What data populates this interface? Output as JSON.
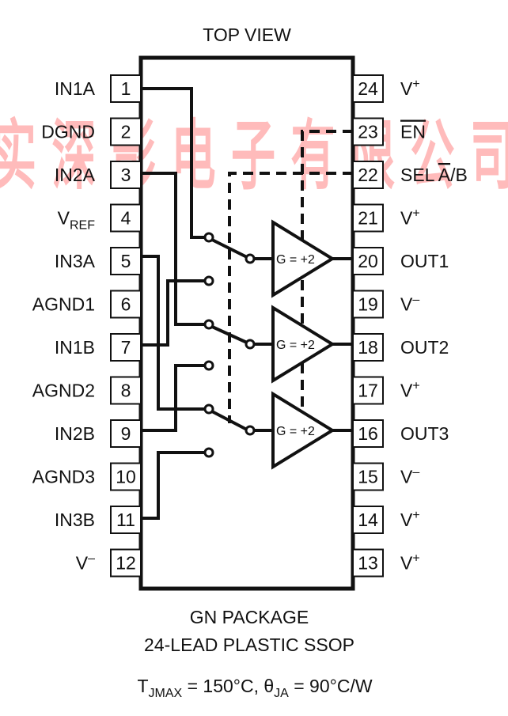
{
  "title": "TOP VIEW",
  "package": {
    "line1": "GN PACKAGE",
    "line2": "24-LEAD PLASTIC SSOP"
  },
  "thermal": {
    "tj_label": "T",
    "tj_sub": "JMAX",
    "tj_value": " = 150°C, ",
    "theta_label": "θ",
    "theta_sub": "JA",
    "theta_value": " = 90°C/W"
  },
  "left_pins": [
    {
      "num": "1",
      "name": "IN1A"
    },
    {
      "num": "2",
      "name": "DGND"
    },
    {
      "num": "3",
      "name": "IN2A"
    },
    {
      "num": "4",
      "name": "V",
      "sub": "REF"
    },
    {
      "num": "5",
      "name": "IN3A"
    },
    {
      "num": "6",
      "name": "AGND1"
    },
    {
      "num": "7",
      "name": "IN1B"
    },
    {
      "num": "8",
      "name": "AGND2"
    },
    {
      "num": "9",
      "name": "IN2B"
    },
    {
      "num": "10",
      "name": "AGND3"
    },
    {
      "num": "11",
      "name": "IN3B"
    },
    {
      "num": "12",
      "name": "V",
      "sup": "–"
    }
  ],
  "right_pins": [
    {
      "num": "24",
      "name": "V",
      "sup": "+"
    },
    {
      "num": "23",
      "name": "EN",
      "overline": "EN"
    },
    {
      "num": "22",
      "name": "SEL ",
      "overline": "A",
      "after": "/B"
    },
    {
      "num": "21",
      "name": "V",
      "sup": "+"
    },
    {
      "num": "20",
      "name": "OUT1"
    },
    {
      "num": "19",
      "name": "V",
      "sup": "–"
    },
    {
      "num": "18",
      "name": "OUT2"
    },
    {
      "num": "17",
      "name": "V",
      "sup": "+"
    },
    {
      "num": "16",
      "name": "OUT3"
    },
    {
      "num": "15",
      "name": "V",
      "sup": "–"
    },
    {
      "num": "14",
      "name": "V",
      "sup": "+"
    },
    {
      "num": "13",
      "name": "V",
      "sup": "+"
    }
  ],
  "amplifiers": [
    {
      "gain": "G = +2"
    },
    {
      "gain": "G = +2"
    },
    {
      "gain": "G = +2"
    }
  ],
  "watermark": "实 深 影 电 子 有 限 公 司",
  "colors": {
    "line": "#111111",
    "watermark": "#ff6a6a",
    "background": "#ffffff"
  }
}
